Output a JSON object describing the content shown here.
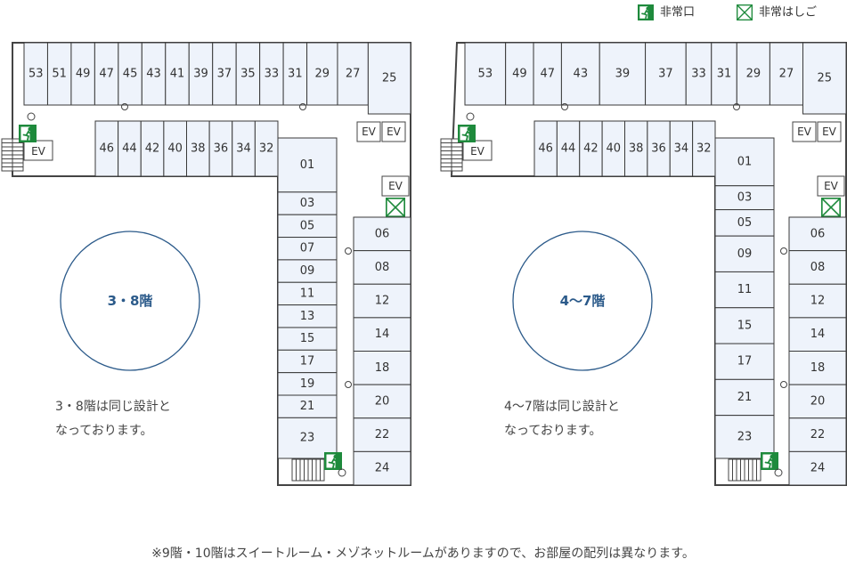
{
  "legend": {
    "exit_label": "非常口",
    "ladder_label": "非常はしご"
  },
  "elevator_label": "EV",
  "plans": [
    {
      "id": "plan-3-8",
      "title": "3・8階",
      "note_line1": "3・8階は同じ設計と",
      "note_line2": "なっております。",
      "top_rooms": [
        "53",
        "51",
        "49",
        "47",
        "45",
        "43",
        "41",
        "39",
        "37",
        "35",
        "33",
        "31",
        "29",
        "27",
        "25"
      ],
      "middle_rooms": [
        "46",
        "44",
        "42",
        "40",
        "38",
        "36",
        "34",
        "32"
      ],
      "left_column": [
        "01",
        "03",
        "05",
        "07",
        "09",
        "11",
        "13",
        "15",
        "17",
        "19",
        "21",
        "23"
      ],
      "right_column": [
        "06",
        "08",
        "12",
        "14",
        "18",
        "20",
        "22",
        "24"
      ]
    },
    {
      "id": "plan-4-7",
      "title": "4〜7階",
      "note_line1": "4〜7階は同じ設計と",
      "note_line2": "なっております。",
      "top_rooms": [
        "53",
        "49",
        "47",
        "43",
        "39",
        "37",
        "33",
        "31",
        "29",
        "27",
        "25"
      ],
      "middle_rooms": [
        "46",
        "44",
        "42",
        "40",
        "38",
        "36",
        "34",
        "32"
      ],
      "left_column": [
        "01",
        "03",
        "05",
        "09",
        "11",
        "15",
        "17",
        "21",
        "23"
      ],
      "right_column": [
        "06",
        "08",
        "12",
        "14",
        "18",
        "20",
        "22",
        "24"
      ]
    }
  ],
  "footnote": "※9階・10階はスイートルーム・メゾネットルームがありますので、お部屋の配列は異なります。",
  "colors": {
    "room_fill": "#eef3fb",
    "accent_blue": "#2b5a8a",
    "exit_green": "#1e8a3c"
  },
  "icons": {
    "exit": "emergency-exit-icon",
    "ladder": "emergency-ladder-icon",
    "stairs": "stairs-icon",
    "elevator": "elevator-icon"
  }
}
